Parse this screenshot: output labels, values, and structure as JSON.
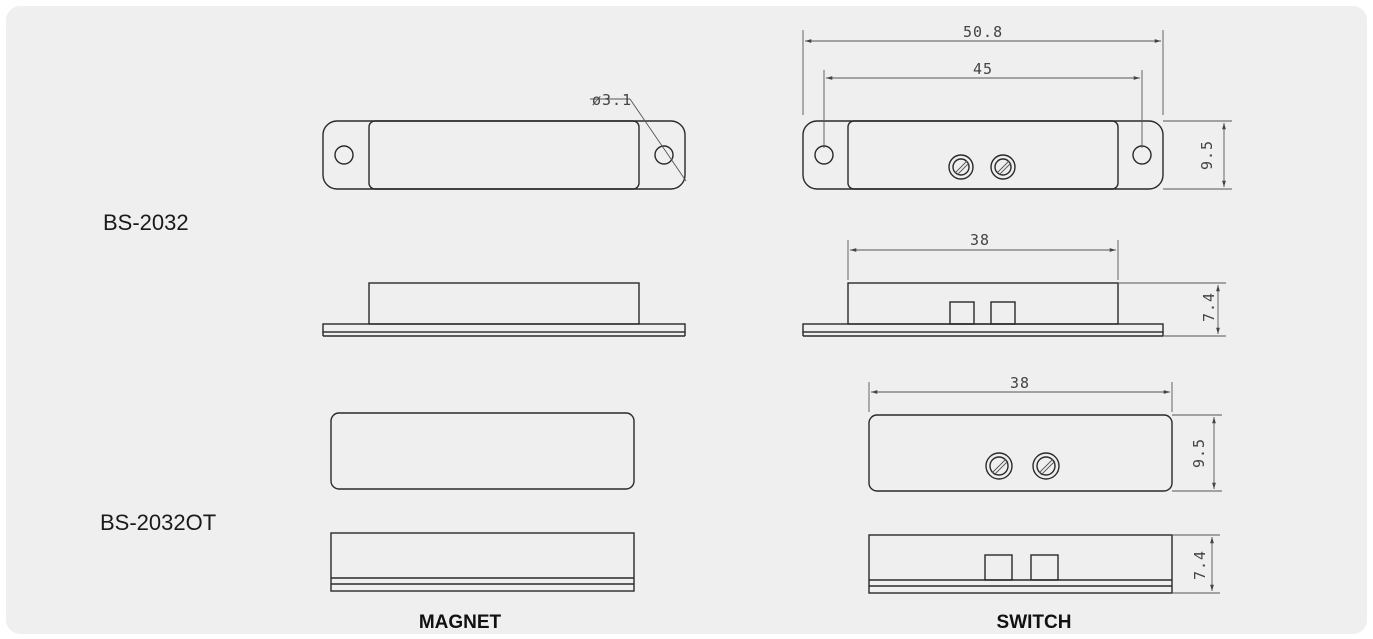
{
  "models": {
    "top": "BS-2032",
    "bottom": "BS-2032OT"
  },
  "columns": {
    "magnet": "MAGNET",
    "switch": "SWITCH"
  },
  "dimensions": {
    "overall_length": "50.8",
    "hole_spacing": "45",
    "hole_diameter": "ø3.1",
    "height_top": "9.5",
    "body_length_side": "38",
    "thickness_top": "7.4",
    "body_length_ot": "38",
    "height_ot": "9.5",
    "thickness_ot": "7.4"
  }
}
